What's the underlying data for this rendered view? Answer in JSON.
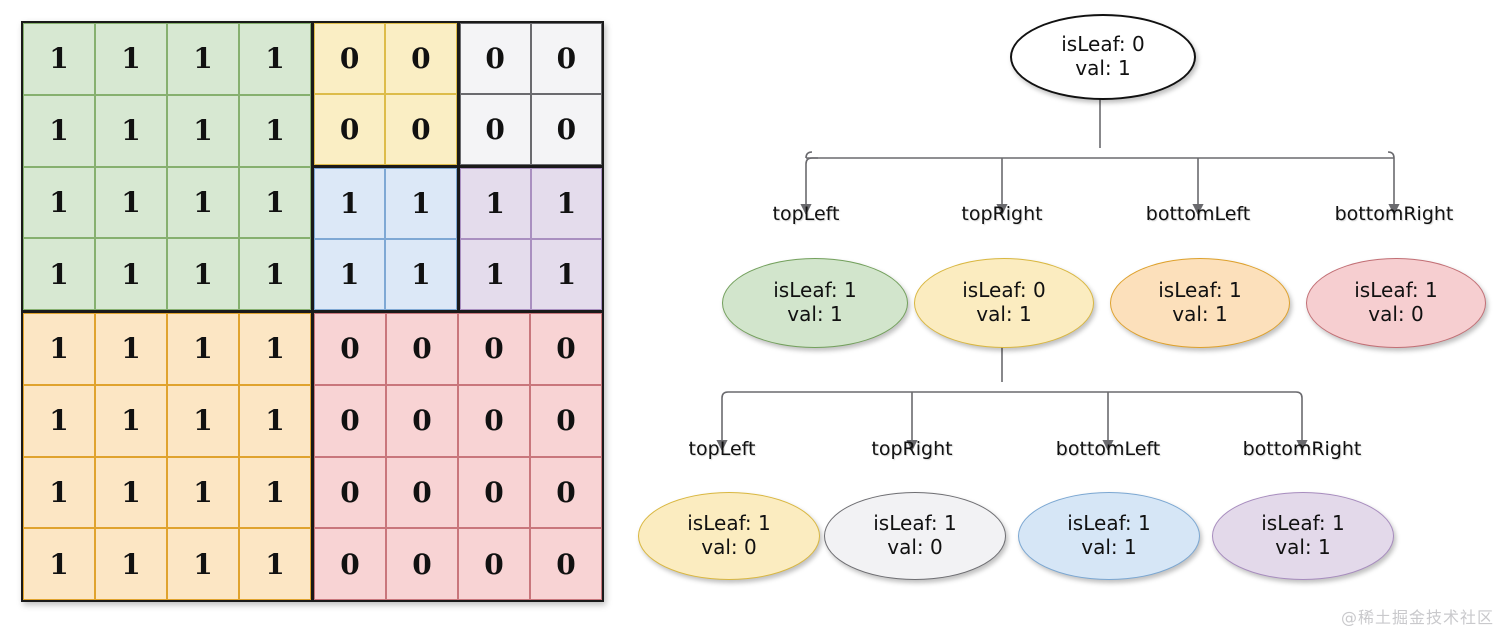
{
  "grid": {
    "quadrants": [
      {
        "name": "top-left",
        "color_class": "c-green",
        "uniform": true,
        "values": [
          [
            "1",
            "1",
            "1",
            "1"
          ],
          [
            "1",
            "1",
            "1",
            "1"
          ],
          [
            "1",
            "1",
            "1",
            "1"
          ],
          [
            "1",
            "1",
            "1",
            "1"
          ]
        ]
      },
      {
        "name": "top-right",
        "uniform": false,
        "sub": [
          {
            "name": "tr-top-left",
            "color_class": "c-yellow",
            "values": [
              [
                "0",
                "0"
              ],
              [
                "0",
                "0"
              ]
            ]
          },
          {
            "name": "tr-top-right",
            "color_class": "c-white",
            "values": [
              [
                "0",
                "0"
              ],
              [
                "0",
                "0"
              ]
            ]
          },
          {
            "name": "tr-bottom-left",
            "color_class": "c-blue",
            "values": [
              [
                "1",
                "1"
              ],
              [
                "1",
                "1"
              ]
            ]
          },
          {
            "name": "tr-bottom-right",
            "color_class": "c-purple",
            "values": [
              [
                "1",
                "1"
              ],
              [
                "1",
                "1"
              ]
            ]
          }
        ]
      },
      {
        "name": "bottom-left",
        "color_class": "c-orange",
        "uniform": true,
        "values": [
          [
            "1",
            "1",
            "1",
            "1"
          ],
          [
            "1",
            "1",
            "1",
            "1"
          ],
          [
            "1",
            "1",
            "1",
            "1"
          ],
          [
            "1",
            "1",
            "1",
            "1"
          ]
        ]
      },
      {
        "name": "bottom-right",
        "color_class": "c-red",
        "uniform": true,
        "values": [
          [
            "0",
            "0",
            "0",
            "0"
          ],
          [
            "0",
            "0",
            "0",
            "0"
          ],
          [
            "0",
            "0",
            "0",
            "0"
          ],
          [
            "0",
            "0",
            "0",
            "0"
          ]
        ]
      }
    ]
  },
  "tree": {
    "root": {
      "isLeaf_line": "isLeaf: 0",
      "val_line": "val: 1",
      "style": "n-white"
    },
    "level1_labels": [
      "topLeft",
      "topRight",
      "bottomLeft",
      "bottomRight"
    ],
    "level1": [
      {
        "isLeaf_line": "isLeaf: 1",
        "val_line": "val: 1",
        "style": "n-green"
      },
      {
        "isLeaf_line": "isLeaf: 0",
        "val_line": "val: 1",
        "style": "n-yellow"
      },
      {
        "isLeaf_line": "isLeaf: 1",
        "val_line": "val: 1",
        "style": "n-orange"
      },
      {
        "isLeaf_line": "isLeaf: 1",
        "val_line": "val: 0",
        "style": "n-red"
      }
    ],
    "level2_labels": [
      "topLeft",
      "topRight",
      "bottomLeft",
      "bottomRight"
    ],
    "level2": [
      {
        "isLeaf_line": "isLeaf: 1",
        "val_line": "val: 0",
        "style": "n-yellow"
      },
      {
        "isLeaf_line": "isLeaf: 1",
        "val_line": "val: 0",
        "style": "n-gray"
      },
      {
        "isLeaf_line": "isLeaf: 1",
        "val_line": "val: 1",
        "style": "n-blue"
      },
      {
        "isLeaf_line": "isLeaf: 1",
        "val_line": "val: 1",
        "style": "n-purple"
      }
    ]
  },
  "watermark": {
    "text": "@稀土掘金技术社区"
  },
  "colors": {
    "green": "#d7e8d2",
    "orange": "#fce6c4",
    "yellow": "#faeec4",
    "white": "#f4f4f6",
    "blue": "#dce8f7",
    "purple": "#e4dcec",
    "red": "#f8d3d4",
    "border_dark": "#1a1a1a",
    "edge": "#5a5a5e"
  }
}
